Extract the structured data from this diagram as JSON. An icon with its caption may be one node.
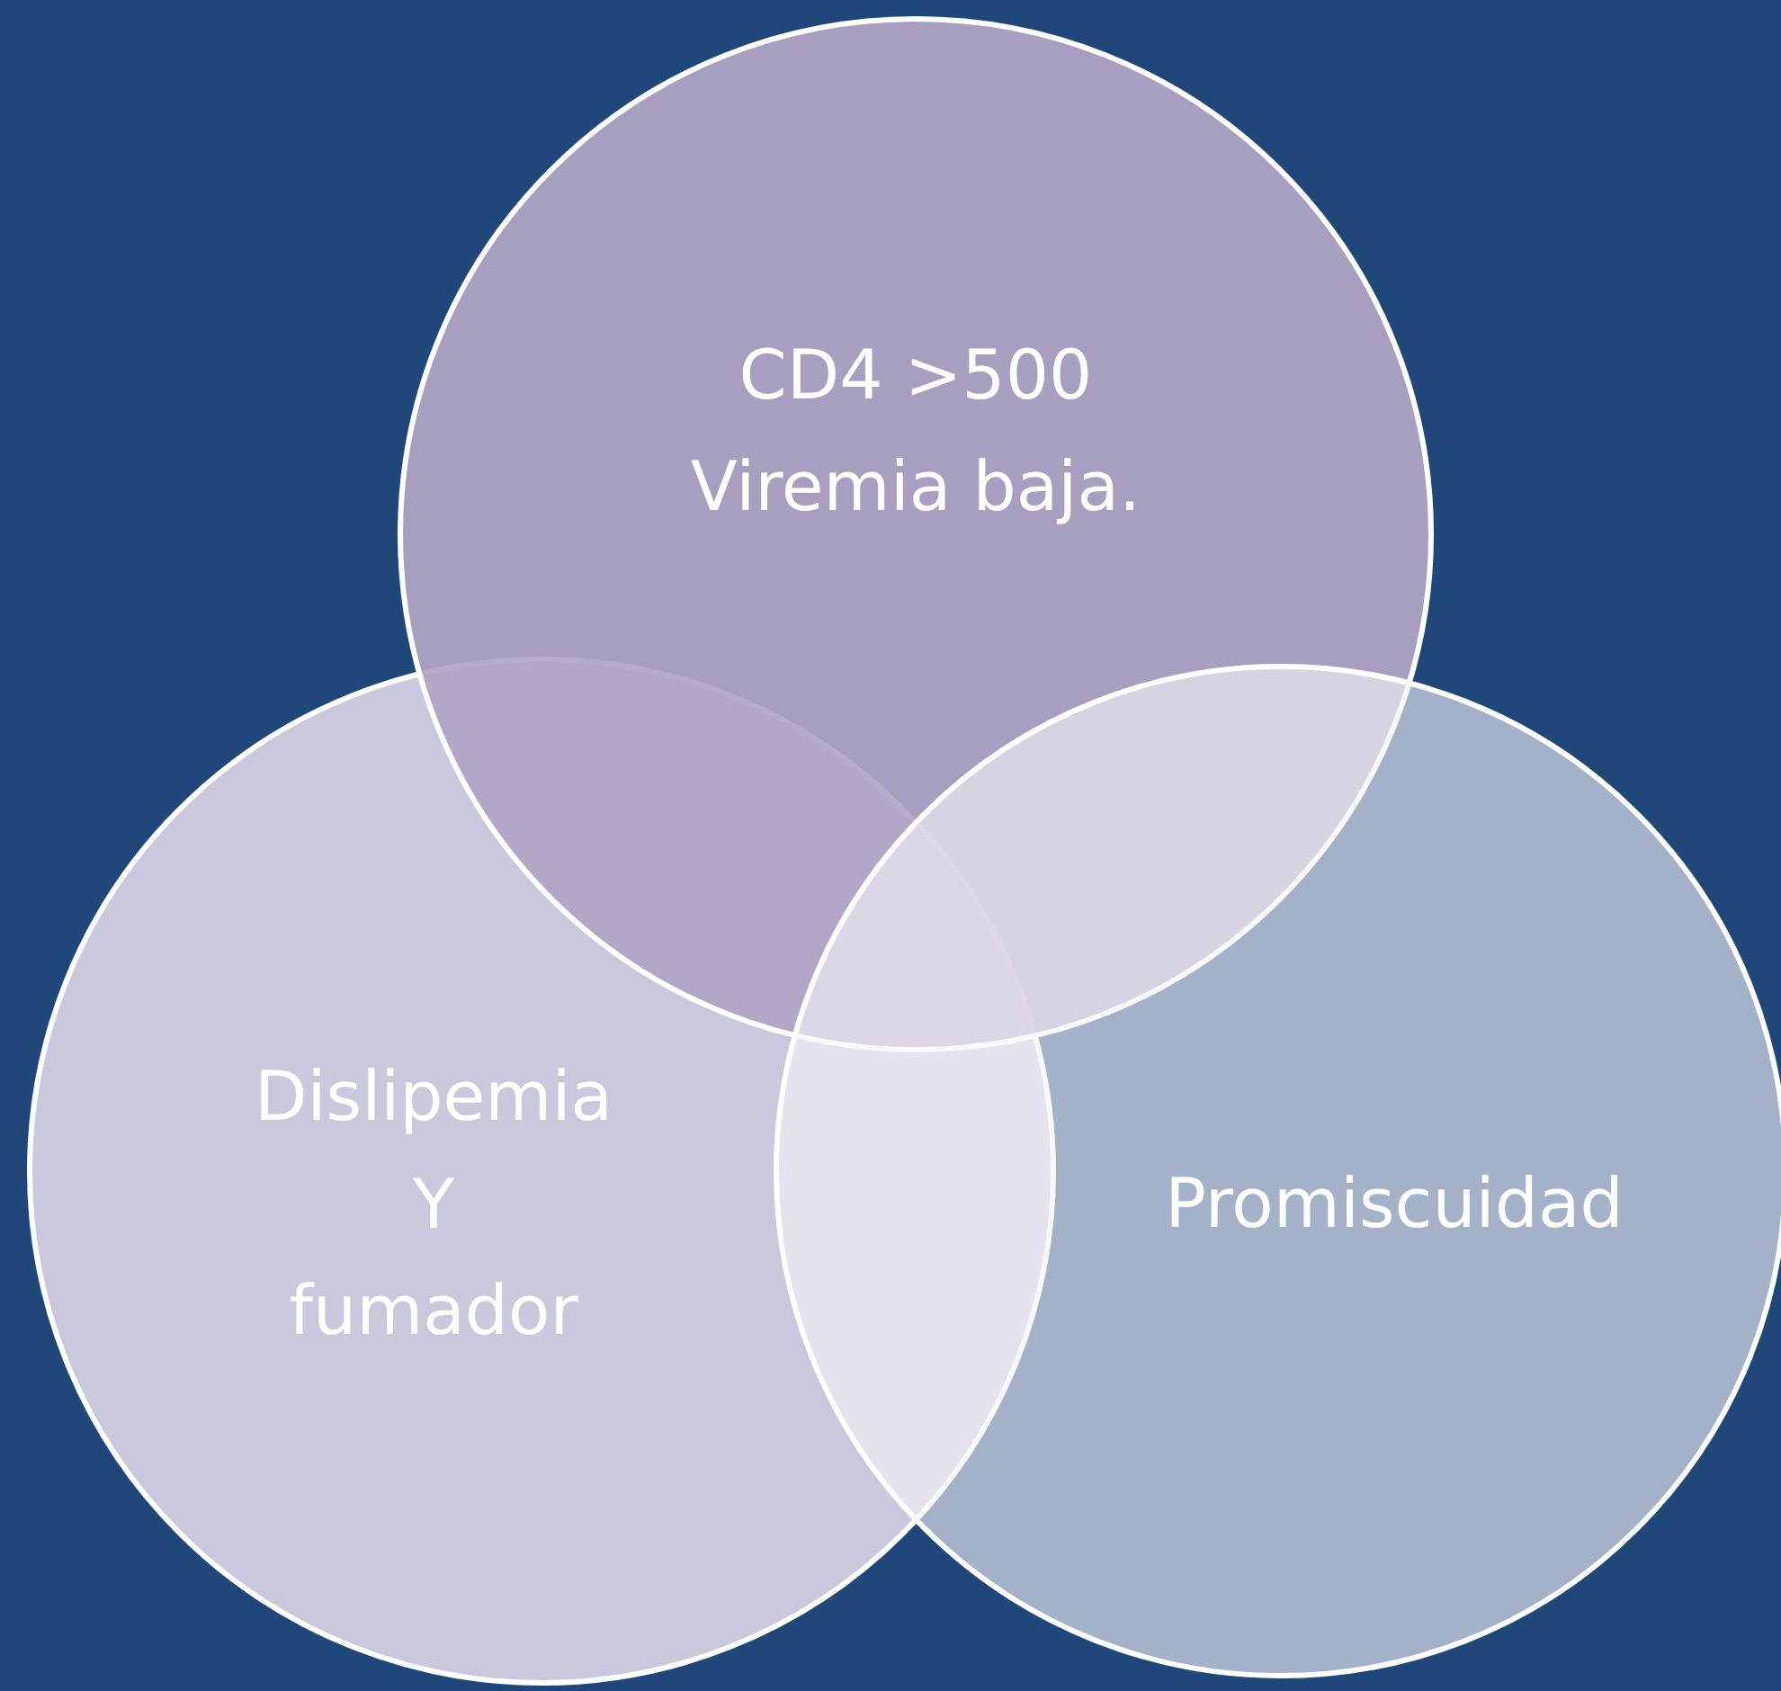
{
  "diagram": {
    "nodes": [
      {
        "text": [
          "CD4 >500",
          "Viremia baja."
        ]
      },
      {
        "text": [
          "Dislipemia",
          "Y",
          "fumador"
        ]
      },
      {
        "text": [
          "Promiscuidad"
        ]
      }
    ]
  }
}
